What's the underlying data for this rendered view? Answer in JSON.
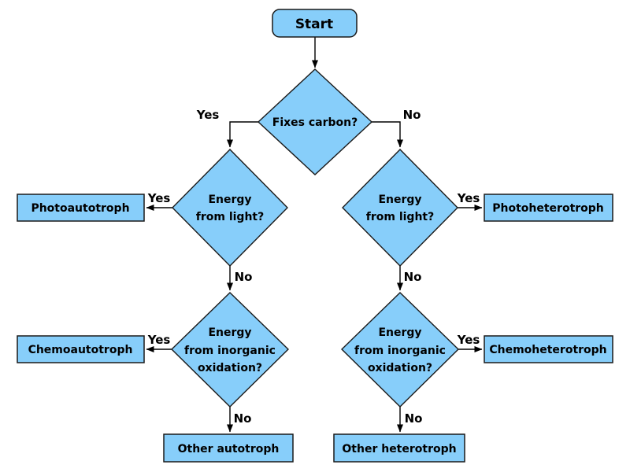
{
  "diagram": {
    "colors": {
      "background": "#ffffff",
      "node_fill": "#87CEFA",
      "node_border": "#1a1a1a",
      "edge": "#000000",
      "text": "#000000"
    },
    "nodes": {
      "start": {
        "label": "Start"
      },
      "fixes_carbon": {
        "label": "Fixes carbon?"
      },
      "energy_light_left": {
        "line1": "Energy",
        "line2": "from light?"
      },
      "energy_light_right": {
        "line1": "Energy",
        "line2": "from light?"
      },
      "energy_inorganic_left": {
        "line1": "Energy",
        "line2": "from inorganic",
        "line3": "oxidation?"
      },
      "energy_inorganic_right": {
        "line1": "Energy",
        "line2": "from inorganic",
        "line3": "oxidation?"
      },
      "photoautotroph": {
        "label": "Photoautotroph"
      },
      "photoheterotroph": {
        "label": "Photoheterotroph"
      },
      "chemoautotroph": {
        "label": "Chemoautotroph"
      },
      "chemoheterotroph": {
        "label": "Chemoheterotroph"
      },
      "other_autotroph": {
        "label": "Other autotroph"
      },
      "other_heterotroph": {
        "label": "Other heterotroph"
      }
    },
    "edges": {
      "fixes_yes": "Yes",
      "fixes_no": "No",
      "light_left_yes": "Yes",
      "light_left_no": "No",
      "inorganic_left_yes": "Yes",
      "inorganic_left_no": "No",
      "light_right_yes": "Yes",
      "light_right_no": "No",
      "inorganic_right_yes": "Yes",
      "inorganic_right_no": "No"
    }
  }
}
